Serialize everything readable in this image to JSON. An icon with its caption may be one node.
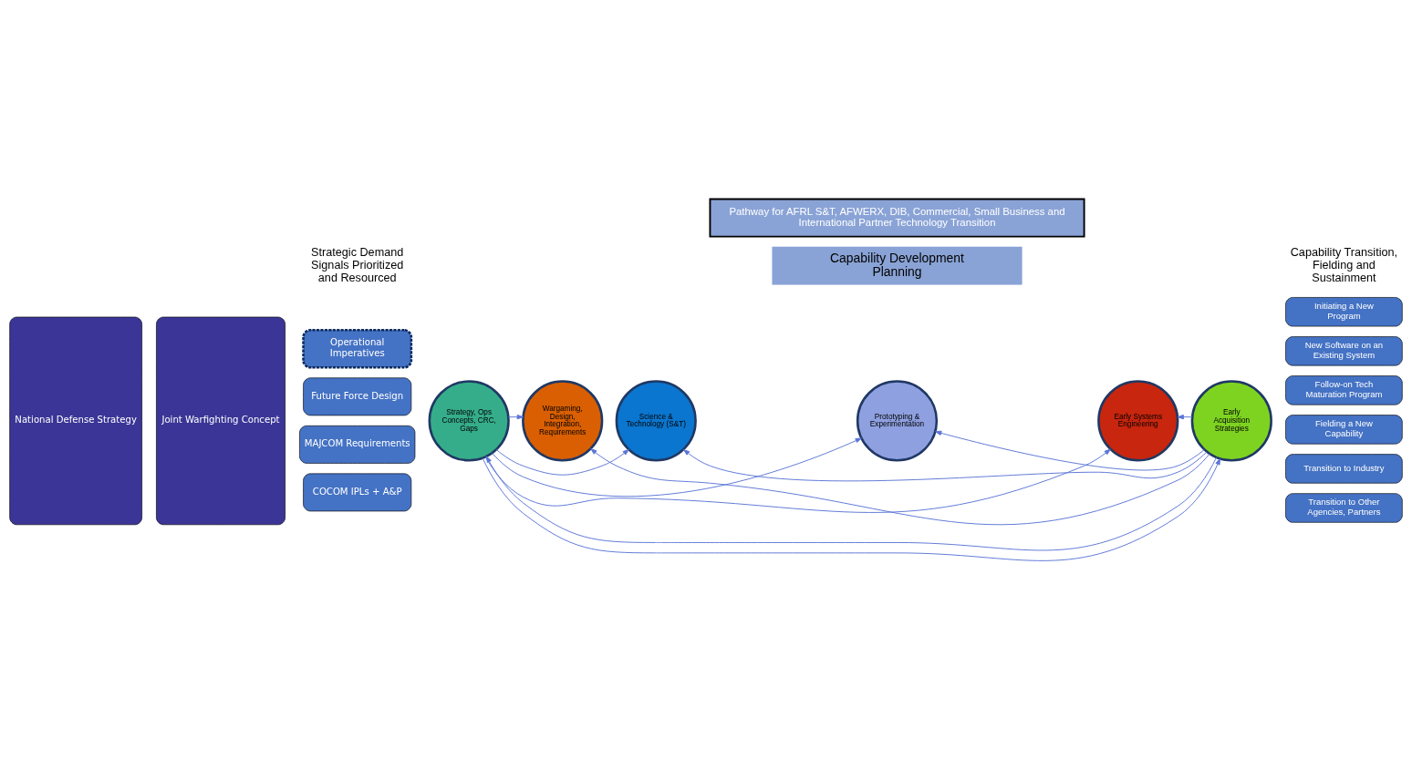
{
  "diagram": {
    "nodes": [
      {
        "text": [
          "National Defense Strategy"
        ]
      },
      {
        "text": [
          "Joint Warfighting Concept"
        ]
      },
      {
        "text": [
          "Operational Imperatives"
        ]
      },
      {
        "text": [
          "Future Force Design"
        ]
      },
      {
        "text": [
          "MAJCOM Requirements"
        ]
      },
      {
        "text": [
          "COCOM IPLs + A&P"
        ]
      },
      {
        "text": [
          "Strategy, Ops Concepts, CRC, Gaps"
        ]
      },
      {
        "text": [
          "Wargaming, Design, Integration, Requirements"
        ]
      },
      {
        "text": [
          "Science & Technology (S&T)"
        ]
      },
      {
        "text": [
          "Prototyping & Experimentation"
        ]
      },
      {
        "text": [
          "Early Systems Engineering"
        ]
      },
      {
        "text": [
          "Early Acquisition Strategies"
        ]
      },
      {
        "text": [
          "Initiating a New Program"
        ]
      },
      {
        "text": [
          "New Software on an Existing System"
        ]
      },
      {
        "text": [
          "Follow-on Tech Maturation Program"
        ]
      },
      {
        "text": [
          "Fielding a New Capability"
        ]
      },
      {
        "text": [
          "Transition to Industry"
        ]
      },
      {
        "text": [
          "Transition to Other Agencies, Partners"
        ]
      },
      {
        "text": [
          "Capability Development Planning"
        ]
      },
      {
        "text": [
          "Pathway for AFRL S&T, AFWERX, DIB, Commercial, Small Business and International Partner Technology Transition"
        ]
      }
    ],
    "edges": [
      {
        "from": 6,
        "to": 7,
        "arrow": "to"
      },
      {
        "from": 6,
        "to": 8,
        "arrow": "to"
      },
      {
        "from": 6,
        "to": 9,
        "arrow": "to"
      },
      {
        "from": 6,
        "to": 10,
        "arrow": "to"
      },
      {
        "from": 6,
        "to": 11,
        "arrow": "to"
      },
      {
        "from": 11,
        "to": 10,
        "arrow": "to"
      },
      {
        "from": 11,
        "to": 9,
        "arrow": "to"
      },
      {
        "from": 11,
        "to": 8,
        "arrow": "to"
      },
      {
        "from": 11,
        "to": 7,
        "arrow": "to"
      },
      {
        "from": 11,
        "to": 6,
        "arrow": "to"
      }
    ],
    "labels": [
      "Strategic Demand Signals Prioritized and Resourced",
      "Capability Transition, Fielding and Sustainment"
    ]
  }
}
